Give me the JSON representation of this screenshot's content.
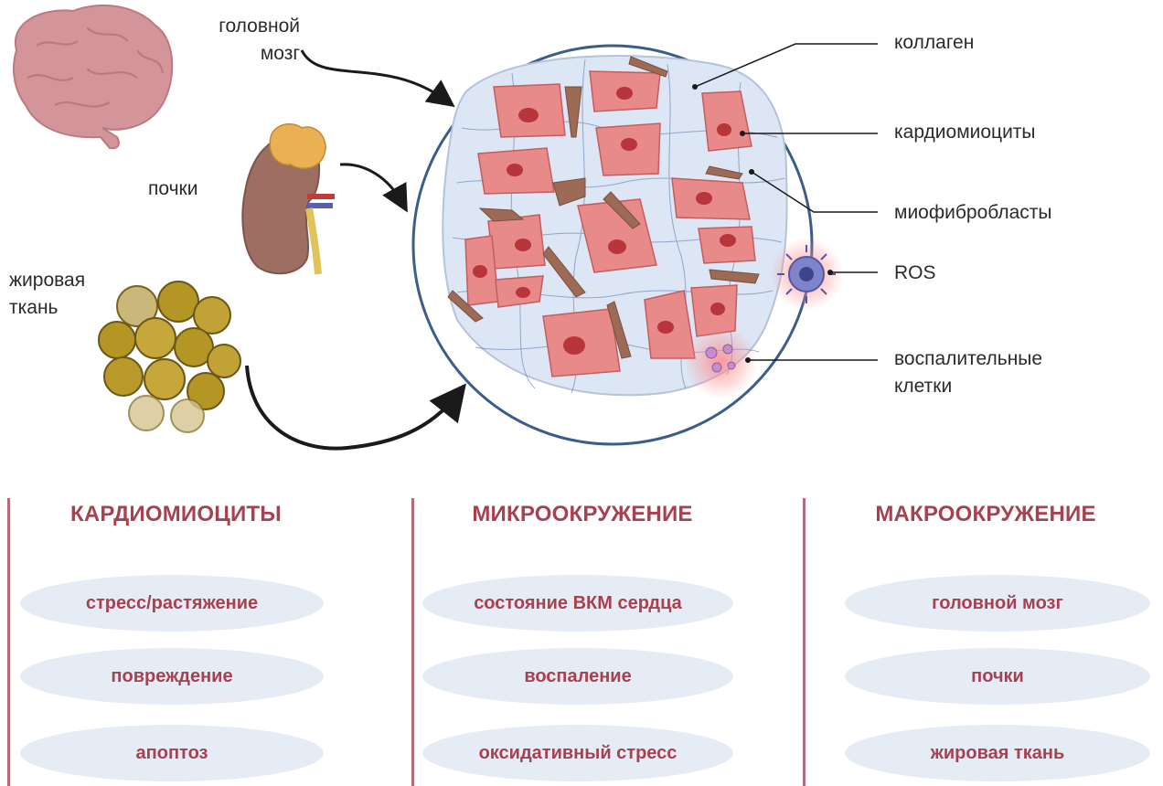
{
  "organs": {
    "brain_label": "головной мозг",
    "kidney_label": "почки",
    "fat_label": "жировая ткань"
  },
  "tissue_labels": {
    "collagen": "коллаген",
    "cardiomyocytes": "кардиомиоциты",
    "myofibroblasts": "миофибробласты",
    "ros": "ROS",
    "inflammatory_cells": "воспалительные клетки"
  },
  "columns": [
    {
      "title": "КАРДИОМИОЦИТЫ",
      "items": [
        "стресс/растяжение",
        "повреждение",
        "апоптоз"
      ]
    },
    {
      "title": "МИКРООКРУЖЕНИЕ",
      "items": [
        "состояние ВКМ сердца",
        "воспаление",
        "оксидативный стресс"
      ]
    },
    {
      "title": "МАКРООКРУЖЕНИЕ",
      "items": [
        "головной мозг",
        "почки",
        "жировая ткань"
      ]
    }
  ],
  "colors": {
    "accent": "#a8414f",
    "divider": "#b26b78",
    "pill_bg": "#e6ecf6",
    "cell_fill": "#e98a8a",
    "nucleus": "#b7353b",
    "tissue_bg": "#dde6f4",
    "fibroblast": "#9c6a55",
    "circle_outline": "#3a5d8c"
  }
}
